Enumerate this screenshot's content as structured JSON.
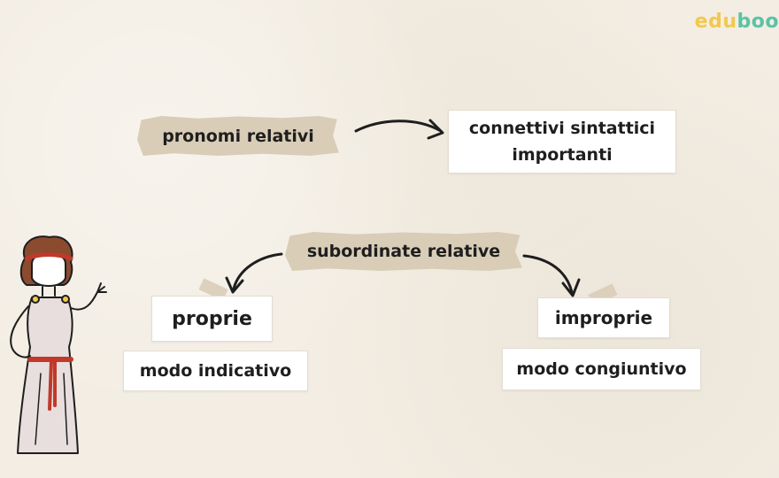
{
  "logo": {
    "part1": "edu",
    "part2": "boo"
  },
  "top": {
    "source_label": "pronomi relativi",
    "target_line1": "connettivi sintattici",
    "target_line2": "importanti"
  },
  "center": {
    "label": "subordinate relative"
  },
  "left_branch": {
    "title": "proprie",
    "mode": "modo indicativo"
  },
  "right_branch": {
    "title": "improprie",
    "mode": "modo congiuntivo"
  },
  "colors": {
    "background": "#f3ede3",
    "tape": "#d9cdb8",
    "logo_yellow": "#f2c94c",
    "logo_green": "#5bc2a6"
  }
}
